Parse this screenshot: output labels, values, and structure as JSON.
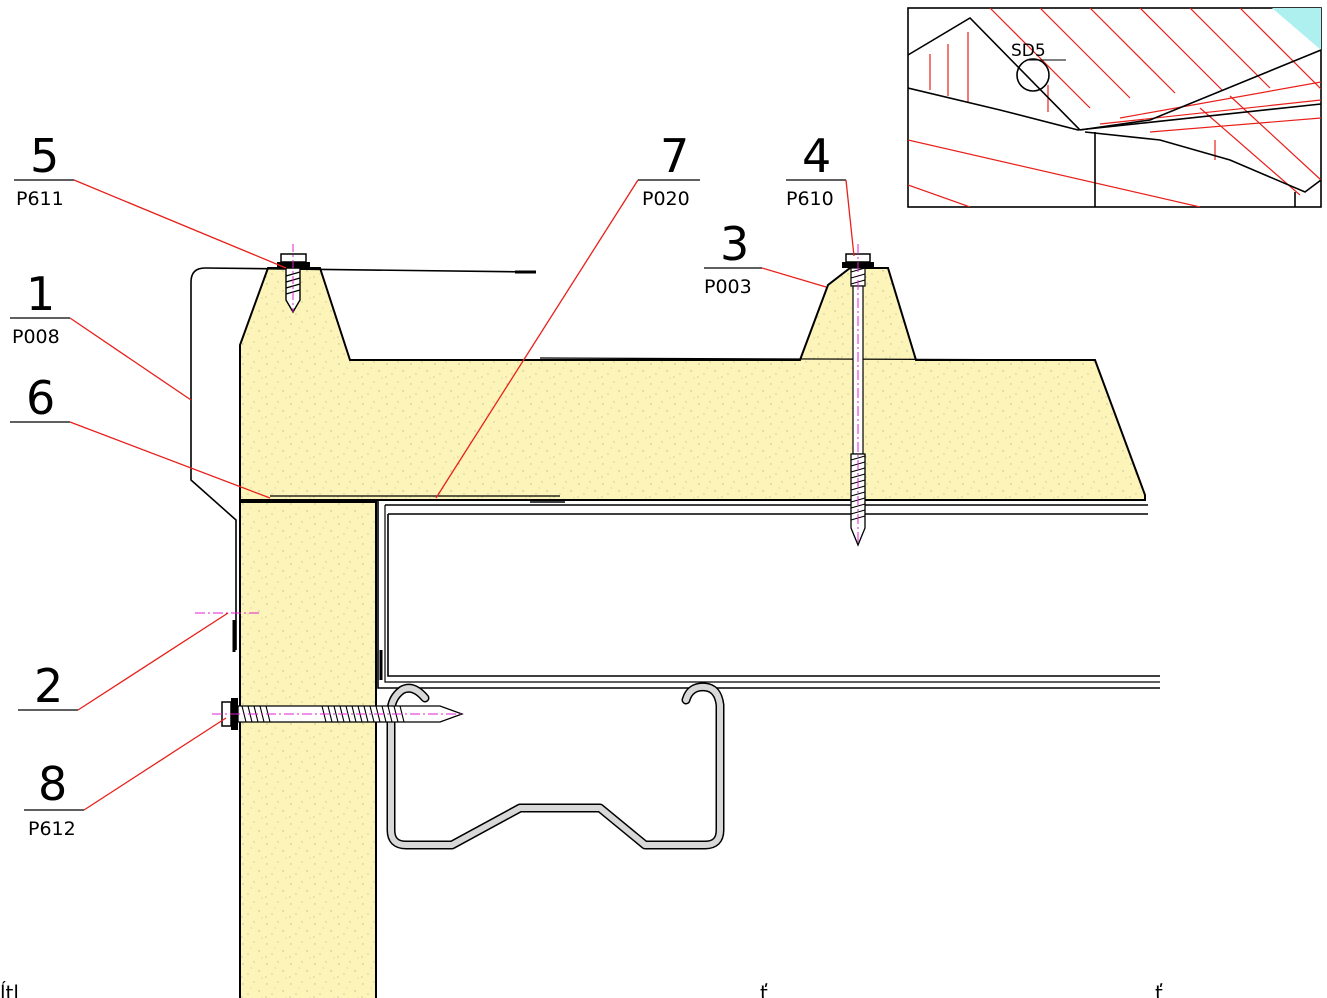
{
  "drawing": {
    "colors": {
      "insulation": "#fcf4b8",
      "leader": "#e8201b",
      "centerline": "#e020d0",
      "outline": "#000000",
      "hatch": "#e8201b",
      "accent_cyan": "#aef0f0"
    },
    "callouts": [
      {
        "num": "5",
        "code": "P611"
      },
      {
        "num": "1",
        "code": "P008"
      },
      {
        "num": "6",
        "code": ""
      },
      {
        "num": "2",
        "code": ""
      },
      {
        "num": "8",
        "code": "P612"
      },
      {
        "num": "7",
        "code": "P020"
      },
      {
        "num": "4",
        "code": "P610"
      },
      {
        "num": "3",
        "code": "P003"
      }
    ],
    "detail_view": {
      "label": "SD5"
    },
    "bottom_text": {
      "left": "ĺtl",
      "mid": "ť",
      "right": "ť"
    }
  }
}
